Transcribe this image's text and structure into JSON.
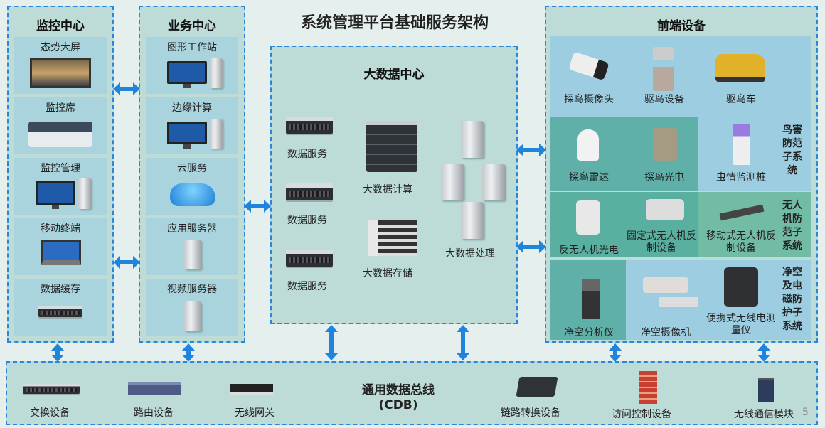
{
  "title": "系统管理平台基础服务架构",
  "monitor_center": {
    "title": "监控中心",
    "items": [
      "态势大屏",
      "监控席",
      "监控管理",
      "移动终端",
      "数据缓存"
    ]
  },
  "business_center": {
    "title": "业务中心",
    "items": [
      "图形工作站",
      "边缘计算",
      "云服务",
      "应用服务器",
      "视频服务器"
    ]
  },
  "bigdata_center": {
    "title": "大数据中心",
    "data_service": [
      "数据服务",
      "数据服务",
      "数据服务"
    ],
    "compute": "大数据计算",
    "storage": "大数据存储",
    "processing": "大数据处理"
  },
  "frontend": {
    "title": "前端设备",
    "row1": [
      "探鸟摄像头",
      "驱鸟设备",
      "驱鸟车"
    ],
    "row2": [
      "探鸟雷达",
      "探鸟光电",
      "虫情监测桩"
    ],
    "row2_group": "鸟害防范子系统",
    "row3": [
      "反无人机光电",
      "固定式无人机反制设备",
      "移动式无人机反制设备"
    ],
    "row3_group": "无人机防范子系统",
    "row4": [
      "净空分析仪",
      "净空摄像机",
      "便携式无线电测量仪"
    ],
    "row4_group": "净空及电磁防护子系统"
  },
  "bus": {
    "title": "通用数据总线",
    "subtitle": "(CDB)",
    "items": [
      "交换设备",
      "路由设备",
      "无线网关",
      "链路转换设备",
      "访问控制设备",
      "无线通信模块"
    ],
    "page_number": "5"
  },
  "colors": {
    "border": "#2a86d8",
    "arrow": "#1f84dc",
    "panel": "#bddcd7",
    "cell": "#a9d4dd",
    "teal": "#5fb3a6"
  }
}
